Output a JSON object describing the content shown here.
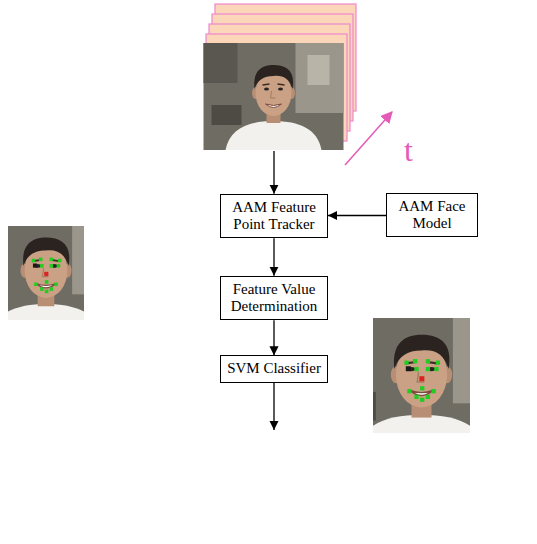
{
  "diagram": {
    "nodes": [
      {
        "text": [
          "AAM Feature Point Tracker"
        ]
      },
      {
        "text": [
          "AAM Face Model"
        ]
      },
      {
        "text": [
          "Feature Value Determination"
        ]
      },
      {
        "text": [
          "SVM Classifier"
        ]
      }
    ],
    "edges": [
      {
        "from": 1,
        "to": 0,
        "arrow": "to"
      },
      {
        "from": 0,
        "to": 2,
        "arrow": "to"
      },
      {
        "from": 2,
        "to": 3,
        "arrow": "to"
      }
    ],
    "labels": [
      "t"
    ]
  }
}
